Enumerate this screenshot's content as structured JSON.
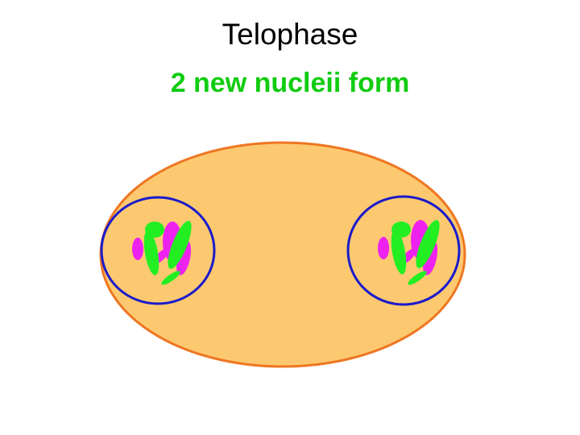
{
  "slide": {
    "title": "Telophase",
    "subtitle": "2 new nucleii form"
  },
  "colors": {
    "subtitle": "#11cc11",
    "cell_fill": "#fdc970",
    "cell_outline": "#ee7722",
    "nucleus_outline": "#1a1acc",
    "chromosome_magenta": "#ee22ee",
    "chromosome_green": "#22ee22"
  },
  "diagram": {
    "cell": {
      "label": ""
    },
    "nuclei": [
      {
        "name": "left-nucleus"
      },
      {
        "name": "right-nucleus"
      }
    ]
  }
}
